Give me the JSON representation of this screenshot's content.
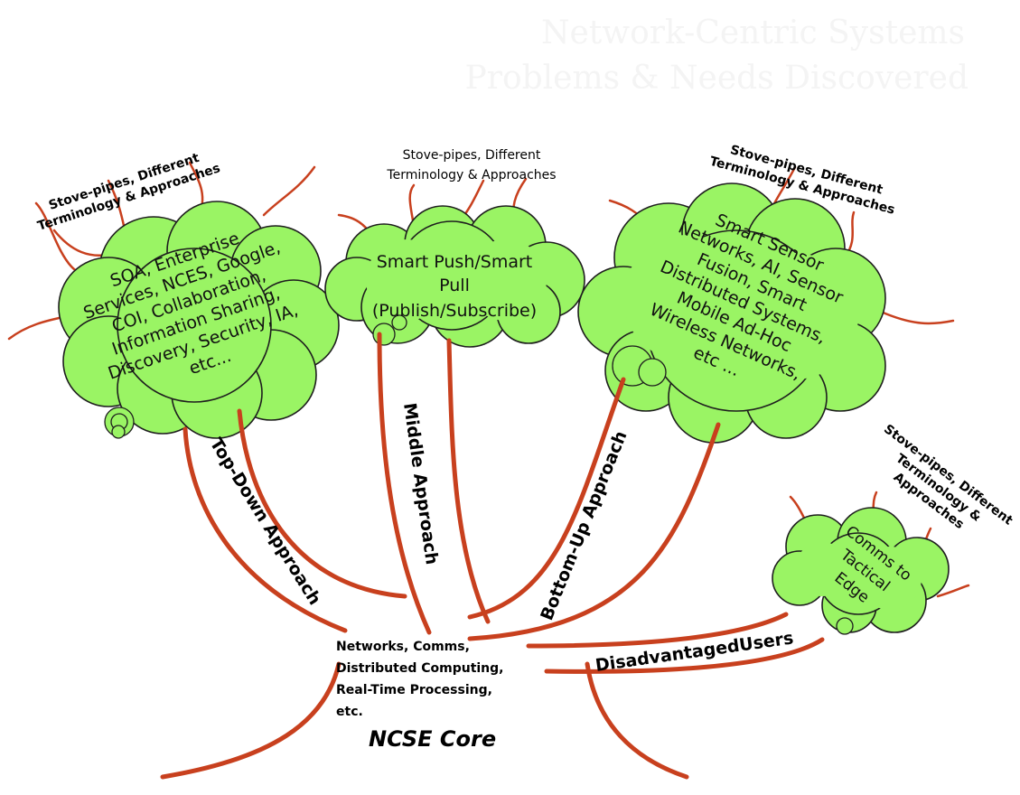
{
  "title": {
    "line1": "Network-Centric Systems",
    "line2": "Problems & Needs Discovered"
  },
  "clouds": {
    "left": [
      "SOA, Enterprise",
      "Services, NCES, Google,",
      "COI, Collaboration,",
      "Information Sharing,",
      "Discovery, Security, IA,",
      "etc..."
    ],
    "middle": [
      "Smart Push/Smart",
      "Pull",
      "(Publish/Subscribe)"
    ],
    "right": [
      "Smart Sensor",
      "Networks, AI, Sensor",
      "Fusion, Smart",
      "Distributed Systems,",
      "Mobile Ad-Hoc",
      "Wireless Networks,",
      "etc ..."
    ],
    "small": [
      "Comms to",
      "Tactical",
      "Edge"
    ]
  },
  "notes": {
    "left": [
      "Stove-pipes, Different",
      "Terminology & Approaches"
    ],
    "middle": [
      "Stove-pipes, Different",
      "Terminology & Approaches"
    ],
    "right": [
      "Stove-pipes, Different",
      "Terminology & Approaches"
    ],
    "edge": [
      "Stove-pipes, Different",
      "Terminology &",
      "Approaches"
    ]
  },
  "approaches": {
    "top_down": "Top-Down Approach",
    "middle": "Middle Approach",
    "bottom_up": "Bottom-Up Approach",
    "disadvantaged": "DisadvantagedUsers"
  },
  "core": {
    "lines": [
      "Networks, Comms,",
      "Distributed Computing,",
      "Real-Time Processing,",
      "etc."
    ],
    "label": "NCSE Core"
  },
  "colors": {
    "cloud_fill": "#9af464",
    "branch": "#c8401e",
    "outline": "#1e1e1e"
  }
}
